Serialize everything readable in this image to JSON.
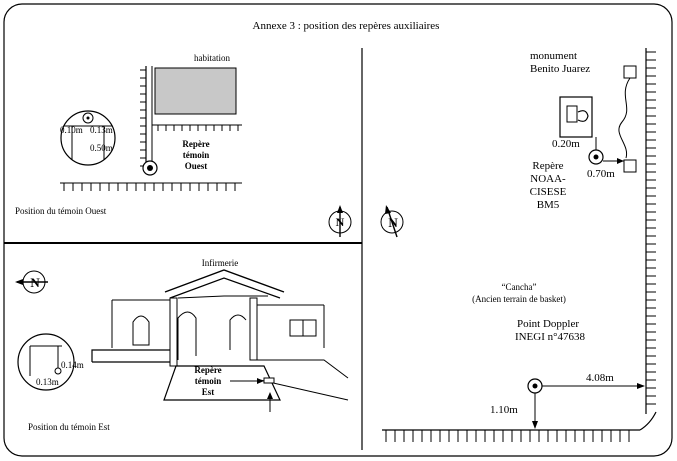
{
  "title": "Annexe 3  : position des repères auxiliaires",
  "panels": {
    "ouest": {
      "building_label": "habitation",
      "marker_label": [
        "Repère",
        "témoin",
        "Ouest"
      ],
      "caption": "Position du témoin Ouest",
      "detail": {
        "d1": "0.10m",
        "d2": "0.13m",
        "d3": "0.50m"
      }
    },
    "est": {
      "building_label": "Infirmerie",
      "marker_label": [
        "Repère",
        "témoin",
        "Est"
      ],
      "caption": "Position du témoin Est",
      "detail": {
        "d1": "0.14m",
        "d2": "0.13m"
      }
    },
    "main": {
      "monument_label": [
        "monument",
        "Benito Juarez"
      ],
      "noaa_label": [
        "Repère",
        "NOAA-",
        "CISESE",
        "BM5"
      ],
      "dist_left": "0.20m",
      "dist_right": "0.70m",
      "cancha_label": [
        "“Cancha”",
        "(Ancien terrain de basket)"
      ],
      "doppler_label": [
        "Point Doppler",
        "INEGI n°47638"
      ],
      "dist_horizontal": "4.08m",
      "dist_vertical": "1.10m"
    }
  },
  "north_letter": "N"
}
